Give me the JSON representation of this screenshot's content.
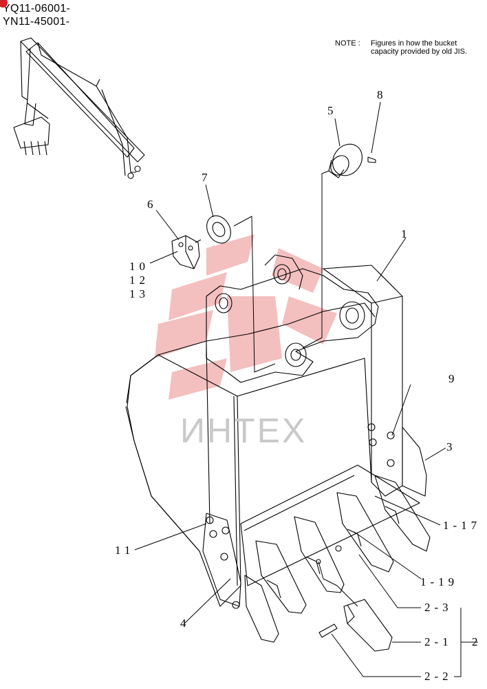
{
  "serials": [
    "YQ11-06001-",
    "YN11-45001-"
  ],
  "note": {
    "label": "NOTE :",
    "line1": "Figures in        how the bucket",
    "line2": "capacity provided by old JIS."
  },
  "watermark": "ИНТЕХ",
  "callouts": {
    "c1": "1",
    "c3": "3",
    "c4": "4",
    "c5": "5",
    "c6": "6",
    "c7": "7",
    "c8": "8",
    "c9": "9",
    "c10": "10",
    "c11": "11",
    "c12": "12",
    "c13": "13",
    "c17": "1-17",
    "c19": "1-19",
    "c2_3": "2-3",
    "c2_1": "2-1",
    "c2_main": "2",
    "c2_2": "2-2"
  },
  "colors": {
    "line": "#000000",
    "watermark_logo": "#f2b4b4",
    "watermark_text": "#c9c9c9",
    "badge": "#d42028"
  }
}
